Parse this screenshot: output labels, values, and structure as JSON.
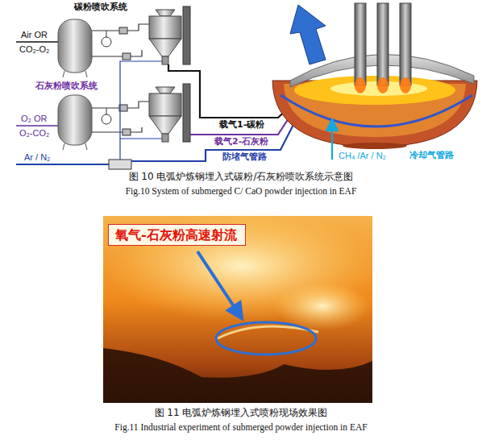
{
  "diagram": {
    "nodes": [
      {
        "text": [
          "氧气-石灰粉高速射流"
        ]
      }
    ],
    "labels": [
      "碳粉喷吹系统",
      "Air OR",
      "CO₂-O₂",
      "石灰粉喷吹系统",
      "O₂ OR",
      "O₂-CO₂",
      "Ar / N₂",
      "载气1-碳粉",
      "载气2-石灰粉",
      "防堵气管路",
      "CH₄ /Ar / N₂",
      "冷却气管路",
      "图 10 电弧炉炼钢埋入式碳粉/石灰粉喷吹系统示意图",
      "Fig.10 System of submerged C/ CaO powder injection in EAF",
      "图 11 电弧炉炼钢埋入式喷粉现场效果图",
      "Fig.11 Industrial experiment of submerged powder injection in EAF"
    ]
  }
}
